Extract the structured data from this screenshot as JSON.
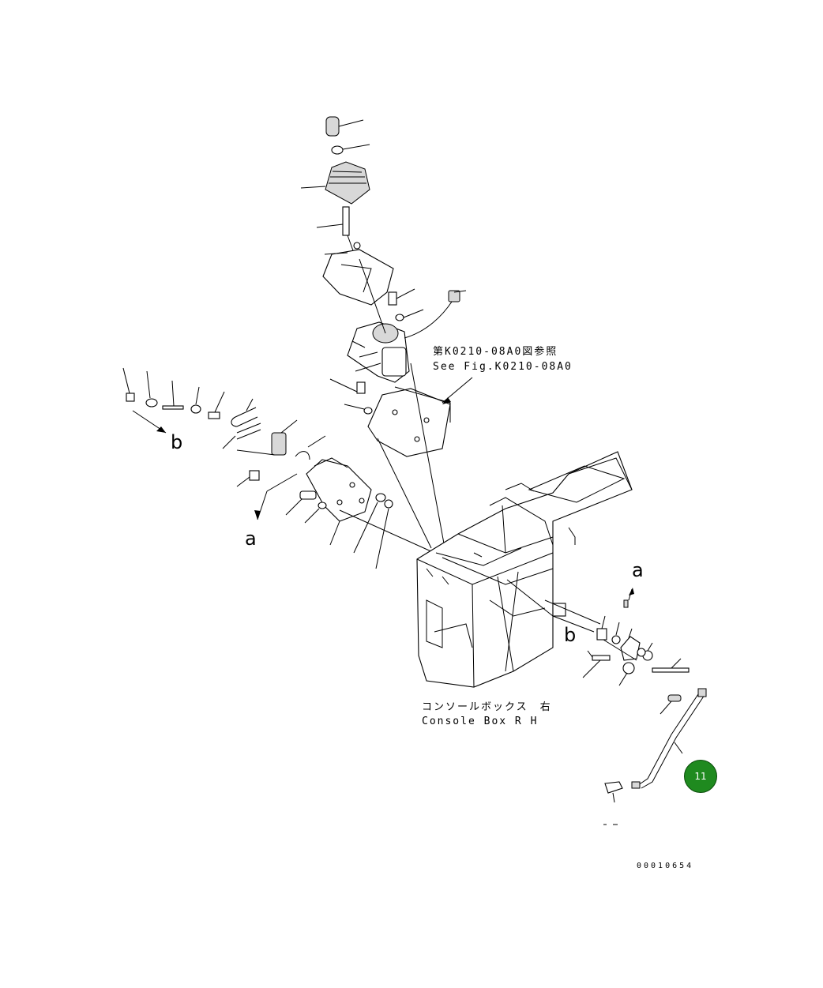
{
  "reference": {
    "jp": "第K0210-08A0図参照",
    "en": "See Fig.K0210-08A0"
  },
  "console": {
    "jp": "コンソールボックス　右",
    "en": "Console Box R H"
  },
  "view_markers": {
    "b_left": "b",
    "a_left": "a",
    "a_right": "a",
    "b_right": "b"
  },
  "callout_badge": {
    "label": "11",
    "color": "#1f8a1f"
  },
  "document_number": "00010654"
}
